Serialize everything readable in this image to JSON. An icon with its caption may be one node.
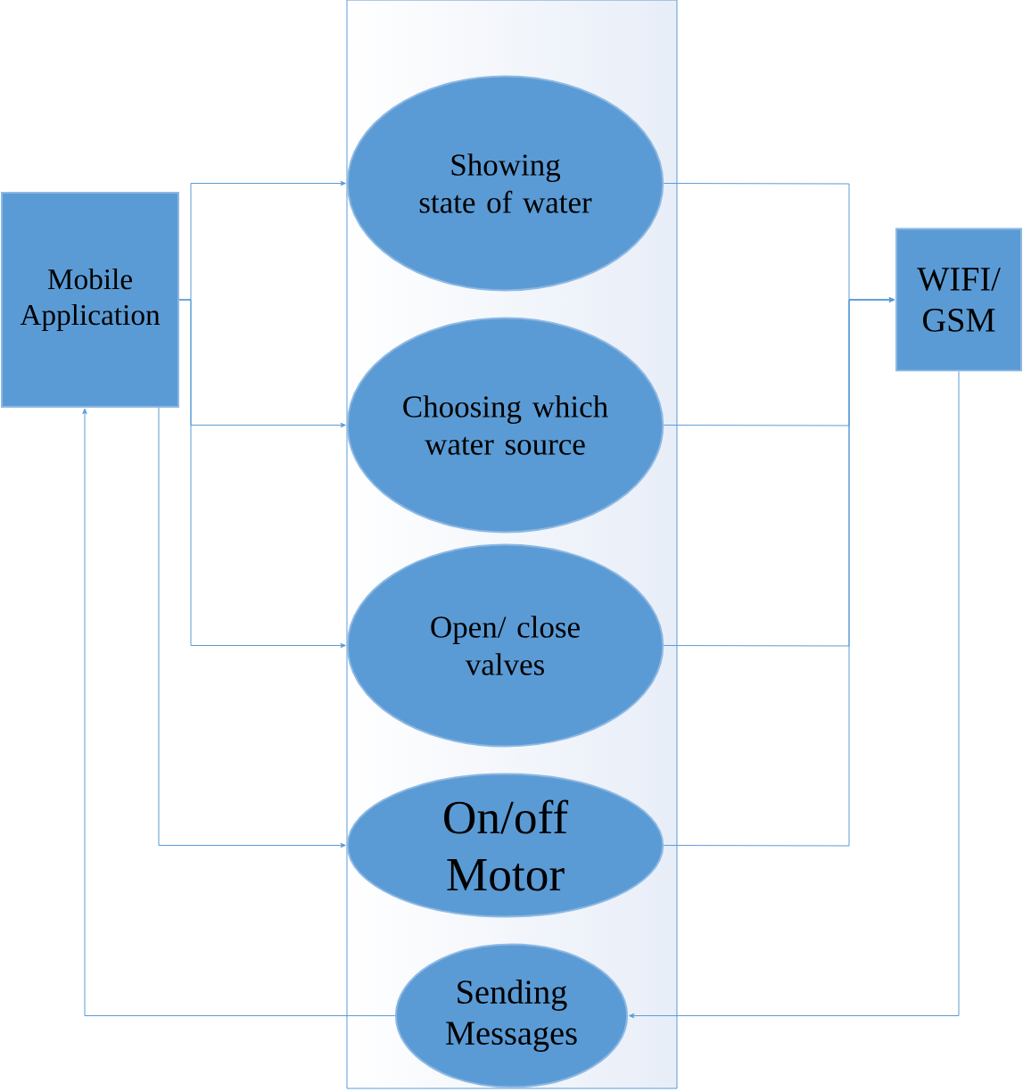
{
  "diagram": {
    "nodes": [
      {
        "text": [
          "Mobile Application"
        ]
      },
      {
        "text": [],
        "shape": "box"
      },
      {
        "text": [
          "Showing state of water"
        ],
        "in": 1
      },
      {
        "text": [
          "Choosing which water source"
        ],
        "in": 1
      },
      {
        "text": [
          "Open/ close valves"
        ],
        "in": 1
      },
      {
        "text": [
          "On/off Motor"
        ],
        "in": 1
      },
      {
        "text": [
          "Sending Messages"
        ],
        "in": 1
      },
      {
        "text": [
          "WIFI/ GSM"
        ]
      }
    ],
    "edges": [
      {
        "from": 0,
        "to": 2,
        "arrow": "to"
      },
      {
        "from": 0,
        "to": 3,
        "arrow": "to"
      },
      {
        "from": 0,
        "to": 4,
        "arrow": "to"
      },
      {
        "from": 0,
        "to": 5,
        "arrow": "to"
      },
      {
        "from": 2,
        "to": 7,
        "arrow": "to"
      },
      {
        "from": 3,
        "to": 7,
        "arrow": "to"
      },
      {
        "from": 4,
        "to": 7,
        "arrow": "to"
      },
      {
        "from": 5,
        "to": 7,
        "arrow": "to"
      },
      {
        "from": 7,
        "to": 6,
        "arrow": "to"
      },
      {
        "from": 6,
        "to": 0,
        "arrow": "to"
      }
    ]
  }
}
